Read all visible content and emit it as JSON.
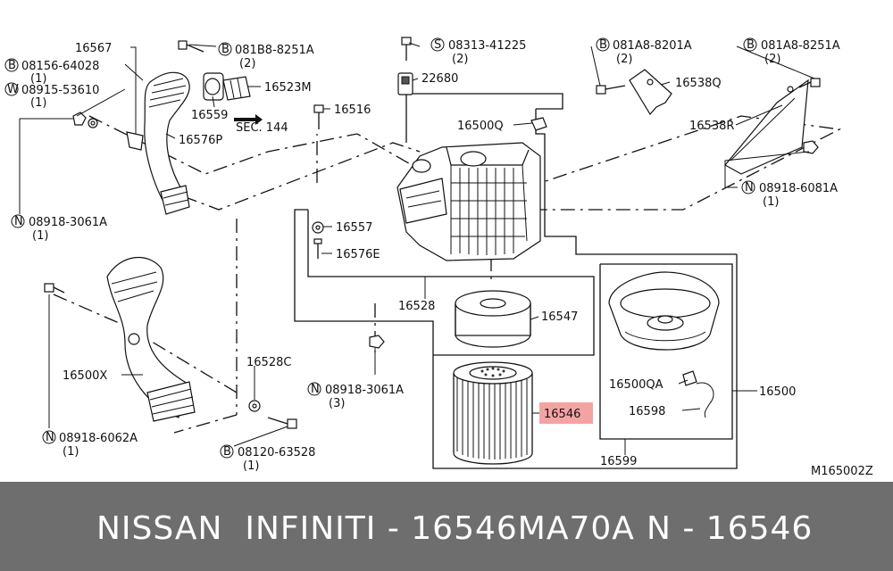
{
  "callouts": {
    "c16567": "16567",
    "c08156": "08156-64028",
    "c08156_qty": "(1)",
    "c08915": "08915-53610",
    "c08915_qty": "(1)",
    "c08918_3061a_left": "08918-3061A",
    "c08918_3061a_left_qty": "(1)",
    "c16576p": "16576P",
    "c081b8": "081B8-8251A",
    "c081b8_qty": "(2)",
    "c16523m": "16523M",
    "c16559": "16559",
    "sec144": "SEC. 144",
    "c16516": "16516",
    "c08313": "08313-41225",
    "c08313_qty": "(2)",
    "c22680": "22680",
    "c16500q": "16500Q",
    "c081a8_a": "081A8-8201A",
    "c081a8_a_qty": "(2)",
    "c081a8_b": "081A8-8251A",
    "c081a8_b_qty": "(2)",
    "c16538q": "16538Q",
    "c16538r": "16538R",
    "c08918_6081a": "08918-6081A",
    "c08918_6081a_qty": "(1)",
    "c16557": "16557",
    "c16576e": "16576E",
    "c16528": "16528",
    "c16547": "16547",
    "c16500x": "16500X",
    "c16528c": "16528C",
    "c08918_3061a_mid": "08918-3061A",
    "c08918_3061a_mid_qty": "(3)",
    "c08918_6062a": "08918-6062A",
    "c08918_6062a_qty": "(1)",
    "c08120": "08120-63528",
    "c08120_qty": "(1)",
    "c16546": "16546",
    "c16500qa": "16500QA",
    "c16598": "16598",
    "c16500": "16500",
    "c16599": "16599",
    "code": "M165002Z"
  },
  "symbols": {
    "b": "B",
    "w": "W",
    "s": "S",
    "n": "N"
  },
  "highlight_color": "#f4a3a3",
  "footer": {
    "brand": "NISSAN  INFINITI - 16546MA70A",
    "short": "N - 16546"
  }
}
